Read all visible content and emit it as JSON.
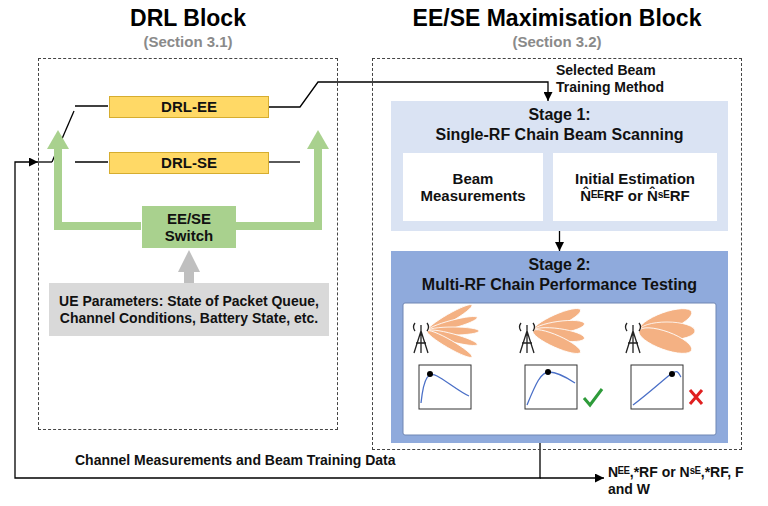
{
  "diagram": {
    "nodes": [
      {
        "text": [
          "DRL Block",
          "(Section 3.1)"
        ]
      },
      {
        "text": [
          "DRL-EE"
        ],
        "in": 0
      },
      {
        "text": [
          "DRL-SE"
        ],
        "in": 0
      },
      {
        "text": [
          "EE/SE Switch"
        ],
        "in": 0
      },
      {
        "text": [
          "UE Parameters: State of Packet Queue, Channel Conditions, Battery State, etc."
        ],
        "in": 0
      },
      {
        "text": [
          "EE/SE Maximisation Block",
          "(Section 3.2)"
        ]
      },
      {
        "text": [
          "Stage 1:",
          "Single-RF Chain Beam Scanning"
        ],
        "in": 5
      },
      {
        "text": [
          "Beam Measurements"
        ],
        "in": 6
      },
      {
        "text": [
          "Initial Estimation N̂ᴱᴱRF or N̂ˢᴱRF"
        ],
        "in": 6
      },
      {
        "text": [
          "Stage 2:",
          "Multi-RF Chain Performance Testing"
        ],
        "in": 5
      }
    ],
    "edges": [
      {
        "from": 4,
        "to": 3,
        "arrow": "to"
      },
      {
        "from": 1,
        "to": 6,
        "label": "Selected Beam Training Method",
        "arrow": "to"
      },
      {
        "from": 6,
        "to": 9,
        "arrow": "to"
      },
      {
        "from": 9,
        "to": 0,
        "label": "Channel Measurements and Beam Training Data",
        "arrow": "to"
      }
    ],
    "labels": [
      "Nᴱᴱ,*RF or Nˢᴱ,*RF, F and W"
    ]
  }
}
